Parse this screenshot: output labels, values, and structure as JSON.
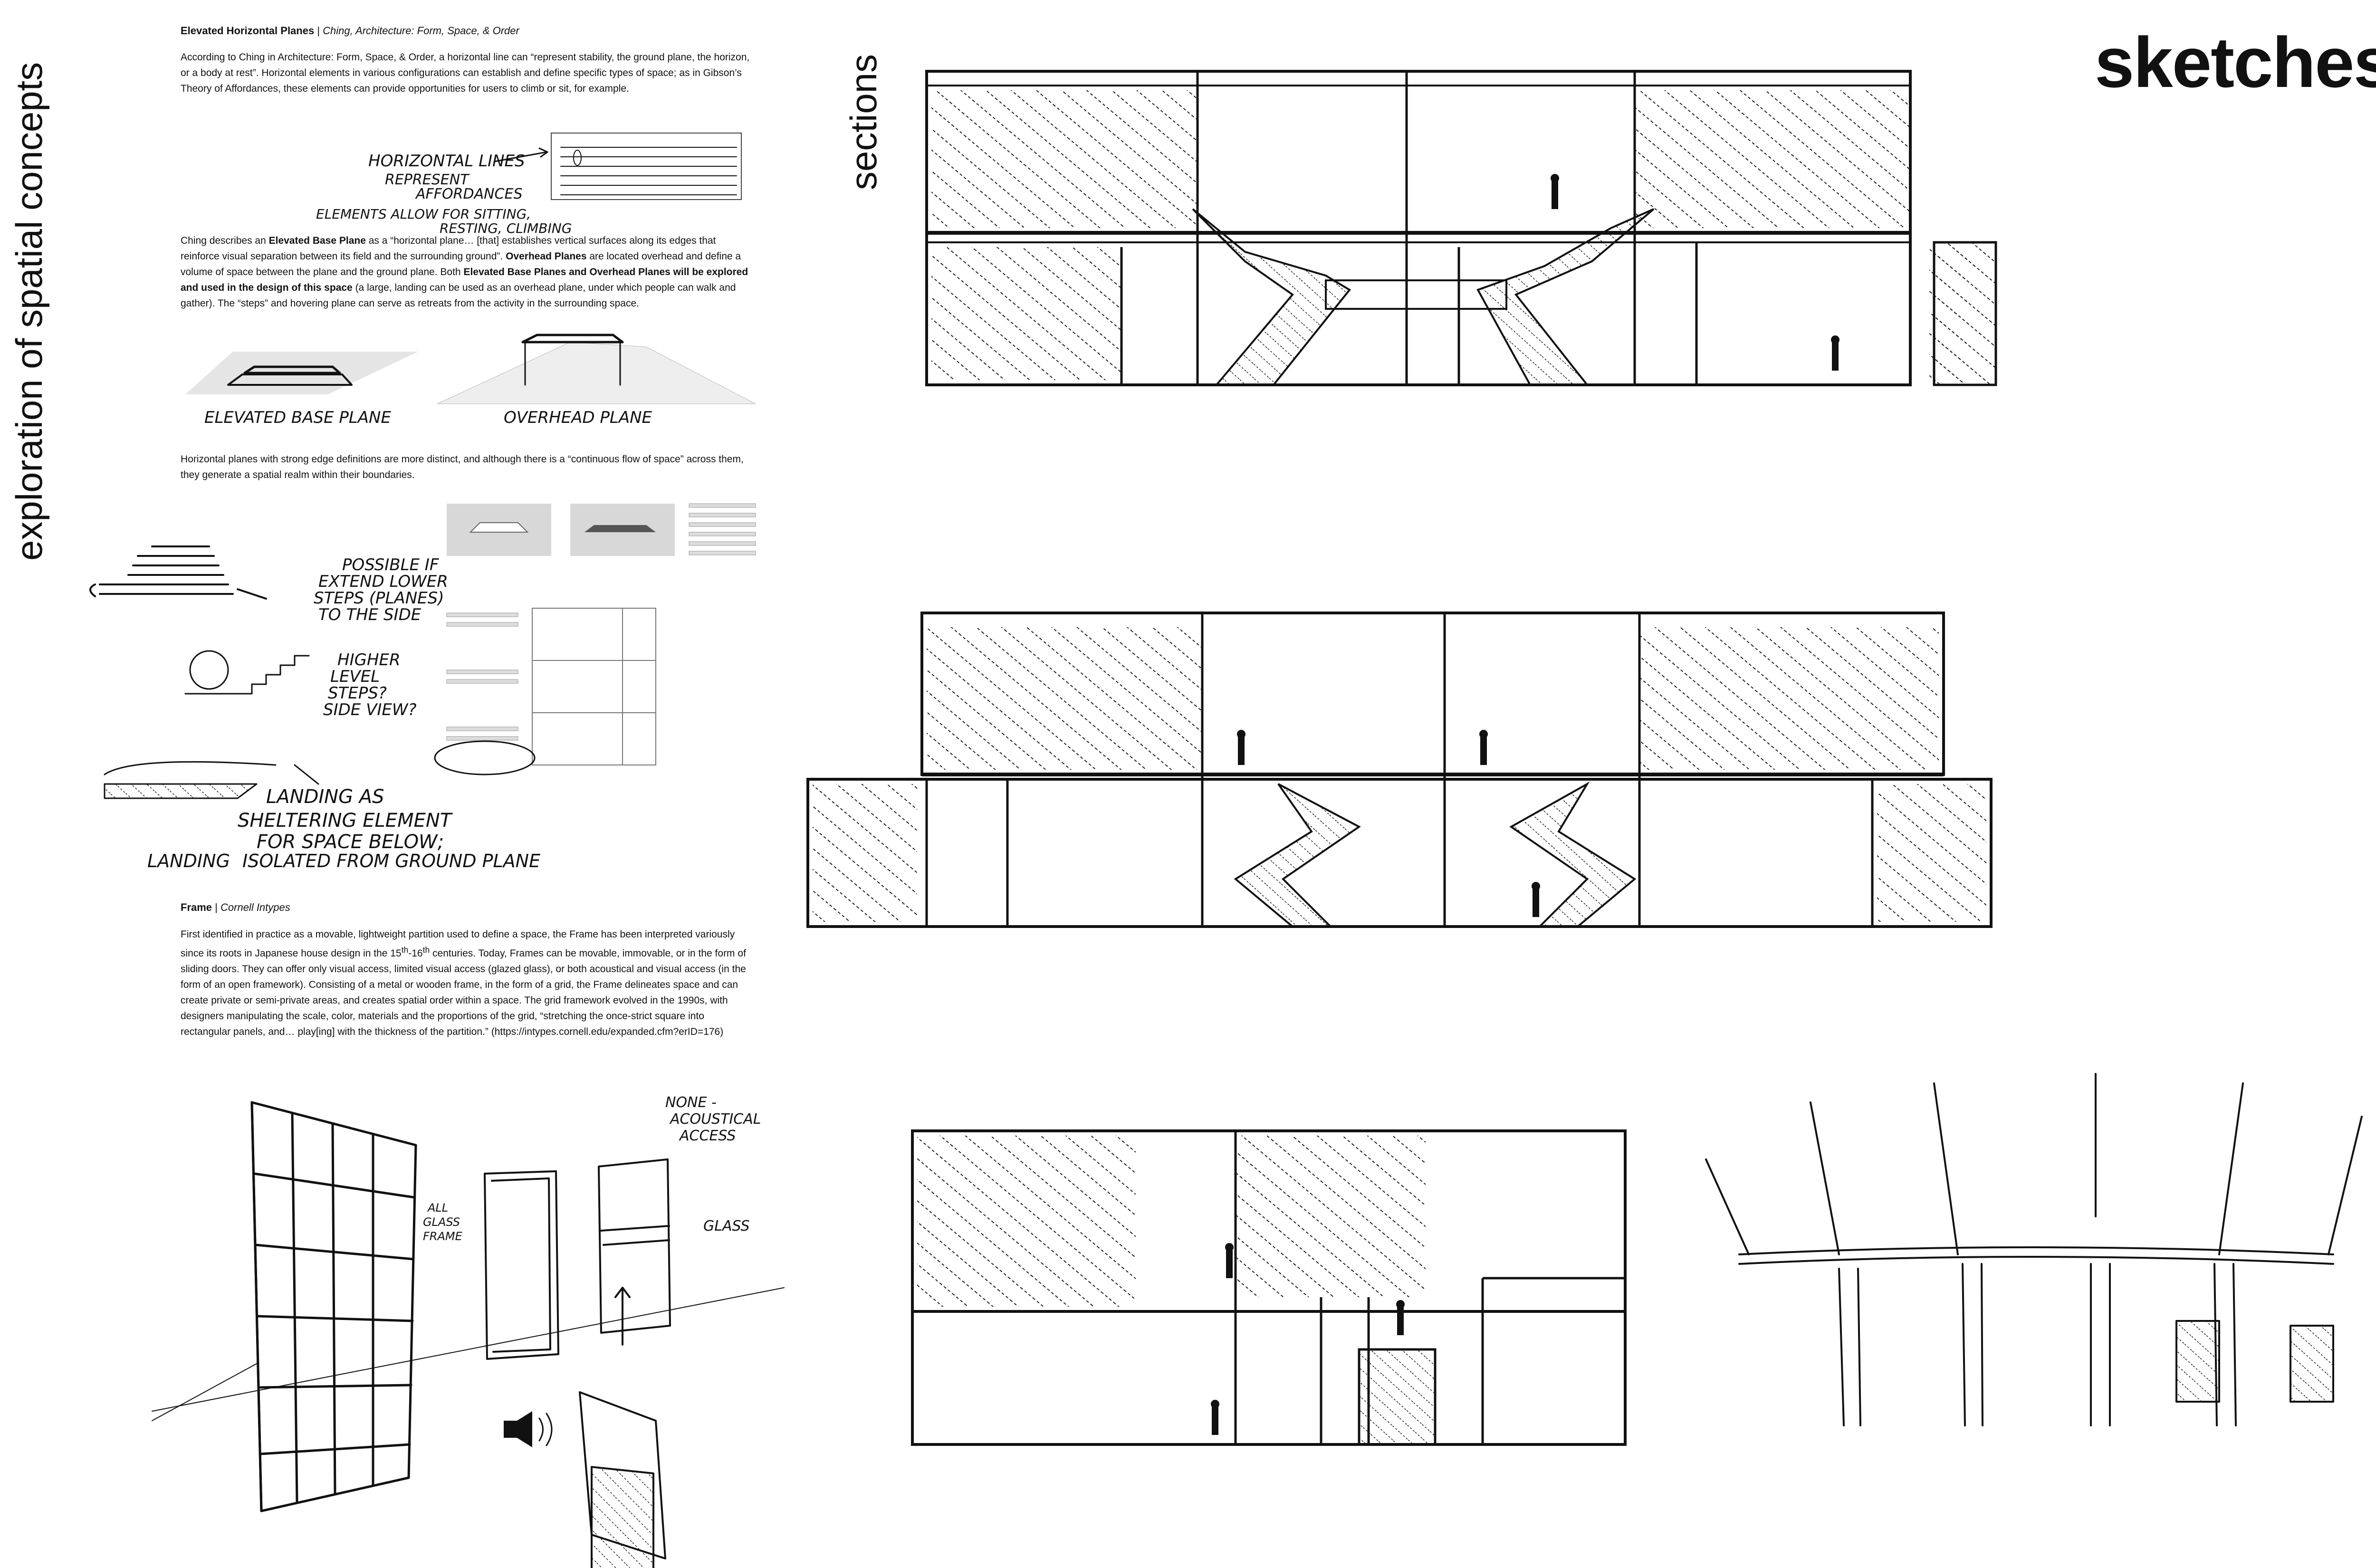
{
  "page": {
    "title": "sketches",
    "side_label": "exploration of spatial concepts",
    "sections_label": "sections"
  },
  "elevated": {
    "heading": "Elevated Horizontal Planes",
    "separator": "|",
    "source": "Ching, Architecture: Form, Space, & Order",
    "para1": "According to Ching in Architecture: Form, Space, & Order, a horizontal line can “represent stability, the ground plane, the horizon, or a body at rest”. Horizontal elements in various configurations can establish and define specific types of space; as in Gibson’s Theory of Affordances, these elements can provide opportunities for users to climb or sit, for example.",
    "para2_a": "Ching describes an ",
    "para2_b": "Elevated Base Plane",
    "para2_c": " as a “horizontal plane… [that] establishes vertical surfaces along its edges that reinforce visual separation between its field and the surrounding ground”. ",
    "para2_d": "Overhead Planes",
    "para2_e": " are located overhead and define a volume of space between the plane and the ground plane. Both ",
    "para2_f": "Elevated Base Planes and Overhead Planes will be explored and used in the design of this space",
    "para2_g": " (a large, landing can be used as an overhead plane, under which people can walk and gather). The “steps” and hovering plane can serve as retreats from the activity in the surrounding space.",
    "para3": "Horizontal planes with strong edge definitions are more distinct, and although there is a “continuous flow of space” across them, they generate a spatial realm within their boundaries."
  },
  "hand_notes": {
    "horizontal_1": "HORIZONTAL LINES",
    "horizontal_2": "REPRESENT",
    "horizontal_3": "AFFORDANCES",
    "horizontal_4": "ELEMENTS ALLOW FOR SITTING,",
    "horizontal_5": "RESTING, CLIMBING",
    "elevated_base": "ELEVATED BASE PLANE",
    "overhead": "OVERHEAD PLANE",
    "possible_1": "POSSIBLE IF",
    "possible_2": "EXTEND LOWER",
    "possible_3": "STEPS (PLANES)",
    "possible_4": "TO THE SIDE",
    "higher_1": "HIGHER",
    "higher_2": "LEVEL",
    "higher_3": "STEPS?",
    "higher_4": "SIDE VIEW?",
    "landing_1": "LANDING AS",
    "landing_2": "SHELTERING ELEMENT",
    "landing_3": "FOR SPACE BELOW;",
    "landing_4": "LANDING",
    "landing_5": "ISOLATED FROM GROUND PLANE",
    "acoustical_1": "NONE -",
    "acoustical_2": "ACOUSTICAL",
    "acoustical_3": "ACCESS",
    "glass": "GLASS",
    "all_glass_1": "ALL",
    "all_glass_2": "GLASS",
    "all_glass_3": "FRAME"
  },
  "frame": {
    "heading": "Frame",
    "separator": "|",
    "source": "Cornell Intypes",
    "para_a": "First identified in practice as a movable, lightweight partition used to define a space, the Frame has been interpreted variously since its roots in Japanese house design in the 15",
    "sup1": "th",
    "para_b": "-16",
    "sup2": "th",
    "para_c": " centuries. Today, Frames can be movable, immovable, or in the form of sliding doors. They can offer only visual access, limited visual access (glazed glass), or both acoustical and visual access (in the form of an open framework). Consisting of a metal or wooden frame, in the form of a grid, the Frame delineates space and can create private or semi-private areas, and creates spatial order within a space. The grid framework evolved in the 1990s, with designers manipulating the scale, color, materials and the proportions of the grid, “stretching the once-strict square into rectangular panels, and… play[ing] with the thickness of the partition.” (https://intypes.cornell.edu/expanded.cfm?erID=176)"
  },
  "colors": {
    "ink": "#111111",
    "paper": "#ffffff",
    "hatch": "#222222",
    "scan_gray": "#cfcfcf"
  }
}
